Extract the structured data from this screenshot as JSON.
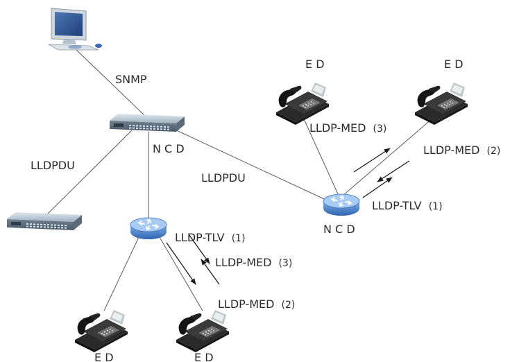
{
  "labels": {
    "snmp": "SNMP",
    "ncd_switch": "N C D",
    "ncd_router_right": "N C D",
    "lldpdu_left": "LLDPDU",
    "lldpdu_middle": "LLDPDU",
    "ed_phone_top_left": "E D",
    "ed_phone_top_right": "E D",
    "ed_phone_bottom_left": "E D",
    "ed_phone_bottom_right": "E D",
    "right_lldp_med_3": "LLDP-MED",
    "right_lldp_med_3_num": "(3)",
    "right_lldp_med_2": "LLDP-MED",
    "right_lldp_med_2_num": "(2)",
    "right_lldp_tlv_1": "LLDP-TLV",
    "right_lldp_tlv_1_num": "(1)",
    "left_lldp_tlv_1": "LLDP-TLV",
    "left_lldp_tlv_1_num": "(1)",
    "left_lldp_med_3": "LLDP-MED",
    "left_lldp_med_3_num": "(3)",
    "left_lldp_med_2": "LLDP-MED",
    "left_lldp_med_2_num": "(2)"
  },
  "icons": {
    "computer": "computer-icon",
    "switch_main": "network-switch-icon",
    "switch_secondary": "network-switch-icon",
    "router": "router-icon",
    "phone": "ip-phone-icon"
  },
  "colors": {
    "line": "#5a5a5a",
    "arrow": "#1a1a1a",
    "text": "#2b2b2b",
    "device_blue": "#3a78c8",
    "device_grey": "#8a9aa8"
  }
}
